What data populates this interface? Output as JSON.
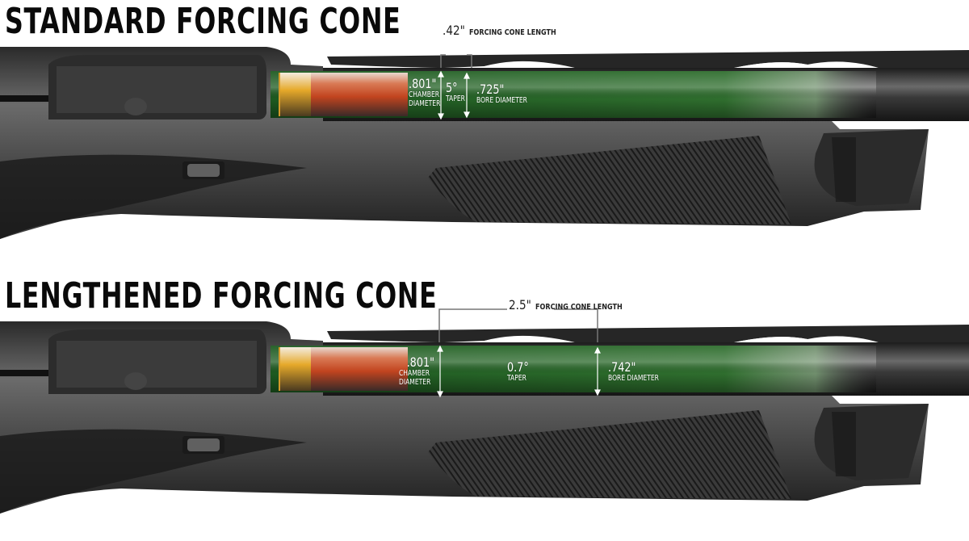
{
  "colors": {
    "bore_green": "#1f5a22",
    "bore_green_light": "#6e9a6a",
    "gun_dark": "#2a2a2a",
    "gun_mid": "#5a5a5a",
    "shell_orange": "#c9502a",
    "shell_brass": "#e0a024",
    "text_dark": "#0a0a0a"
  },
  "panels": [
    {
      "title": "STANDARD FORCING CONE",
      "cone_length_value": ".42\"",
      "cone_length_label": "FORCING CONE LENGTH",
      "chamber_diameter_value": ".801\"",
      "chamber_diameter_label_1": "CHAMBER",
      "chamber_diameter_label_2": "DIAMETER",
      "taper_value": "5°",
      "taper_label": "TAPER",
      "bore_diameter_value": ".725\"",
      "bore_diameter_label": "BORE DIAMETER"
    },
    {
      "title": "LENGTHENED FORCING CONE",
      "cone_length_value": "2.5\"",
      "cone_length_label": "FORCING CONE LENGTH",
      "chamber_diameter_value": ".801\"",
      "chamber_diameter_label_1": "CHAMBER",
      "chamber_diameter_label_2": "DIAMETER",
      "taper_value": "0.7°",
      "taper_label": "TAPER",
      "bore_diameter_value": ".742\"",
      "bore_diameter_label": "BORE DIAMETER"
    }
  ]
}
